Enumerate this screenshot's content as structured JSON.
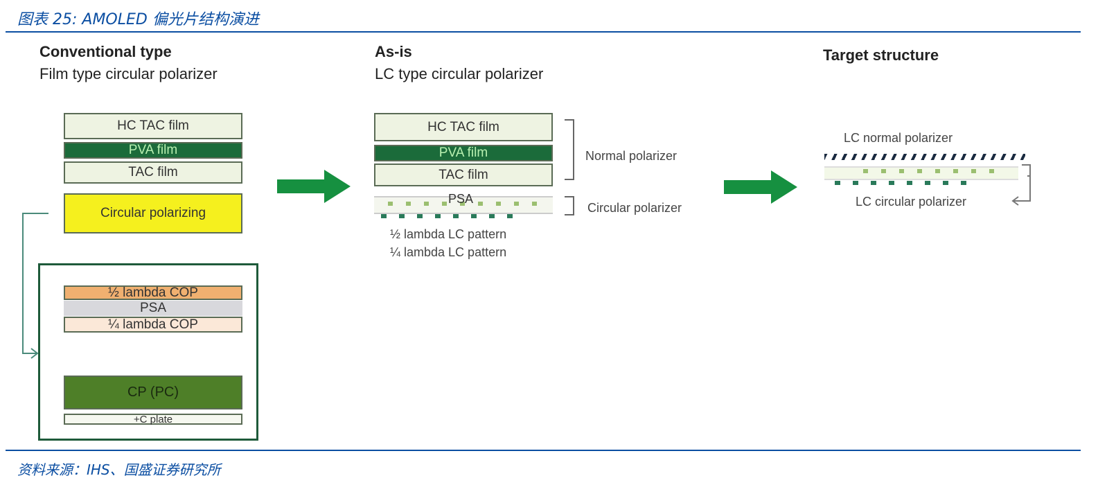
{
  "caption": "图表 25:  AMOLED 偏光片结构演进",
  "source": "资料来源：IHS、国盛证券研究所",
  "colors": {
    "accent": "#0b4ea2",
    "pva": "#1b6b3a",
    "arrow": "#169040",
    "yellow": "#f5f01e",
    "cp": "#4e7f28"
  },
  "conventional": {
    "title": "Conventional type",
    "subtitle": "Film type circular polarizer",
    "layers": [
      "HC TAC film",
      "PVA film",
      "TAC film",
      "Circular  polarizing"
    ],
    "detail": [
      "½ lambda COP",
      "PSA",
      "¼ lambda COP",
      "CP (PC)",
      "+C plate"
    ]
  },
  "asis": {
    "title": "As-is",
    "subtitle": "LC type circular polarizer",
    "layers": [
      "HC TAC film",
      "PVA film",
      "TAC film",
      "PSA"
    ],
    "patterns": [
      "½ lambda LC pattern",
      "¼ lambda LC pattern"
    ],
    "normal_label": "Normal polarizer",
    "circular_label": "Circular  polarizer"
  },
  "target": {
    "title": "Target structure",
    "normal_label": "LC normal polarizer",
    "circular_label": "LC circular  polarizer"
  }
}
